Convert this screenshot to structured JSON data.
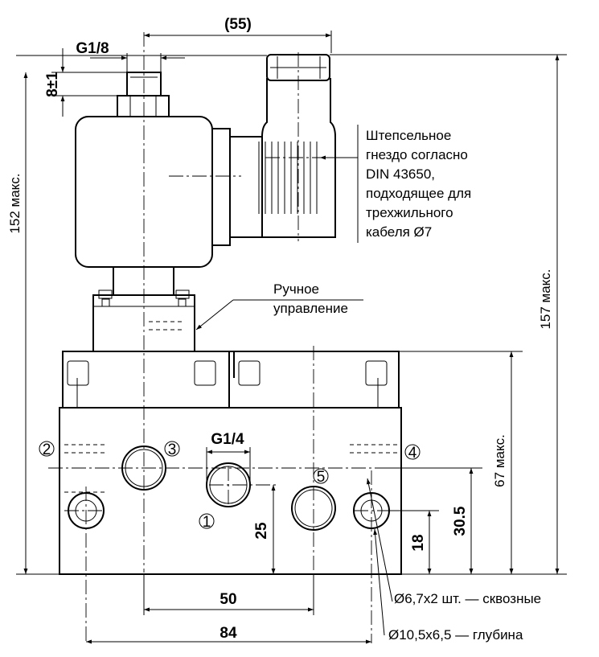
{
  "dimensions": {
    "top_width": "(55)",
    "inlet_thread": "G1/8",
    "thread_length": "8±1",
    "port_thread": "G1/4",
    "height_left": "152 макс.",
    "height_right": "157 макс.",
    "body_height": "67 макс.",
    "base_to_port5": "25",
    "base_to_port4": "30.5",
    "base_to_hole": "18",
    "port_spacing": "50",
    "hole_spacing": "84"
  },
  "ports": [
    "1",
    "2",
    "3",
    "4",
    "5"
  ],
  "notes": {
    "connector": [
      "Штепсельное",
      "гнездо согласно",
      "DIN 43650,",
      "подходящее для",
      "трехжильного",
      "кабеля Ø7"
    ],
    "manual": [
      "Ручное",
      "управление"
    ],
    "hole_through": "Ø6,7x2 шт. — сквозные",
    "hole_depth": "Ø10,5x6,5  — глубина"
  }
}
